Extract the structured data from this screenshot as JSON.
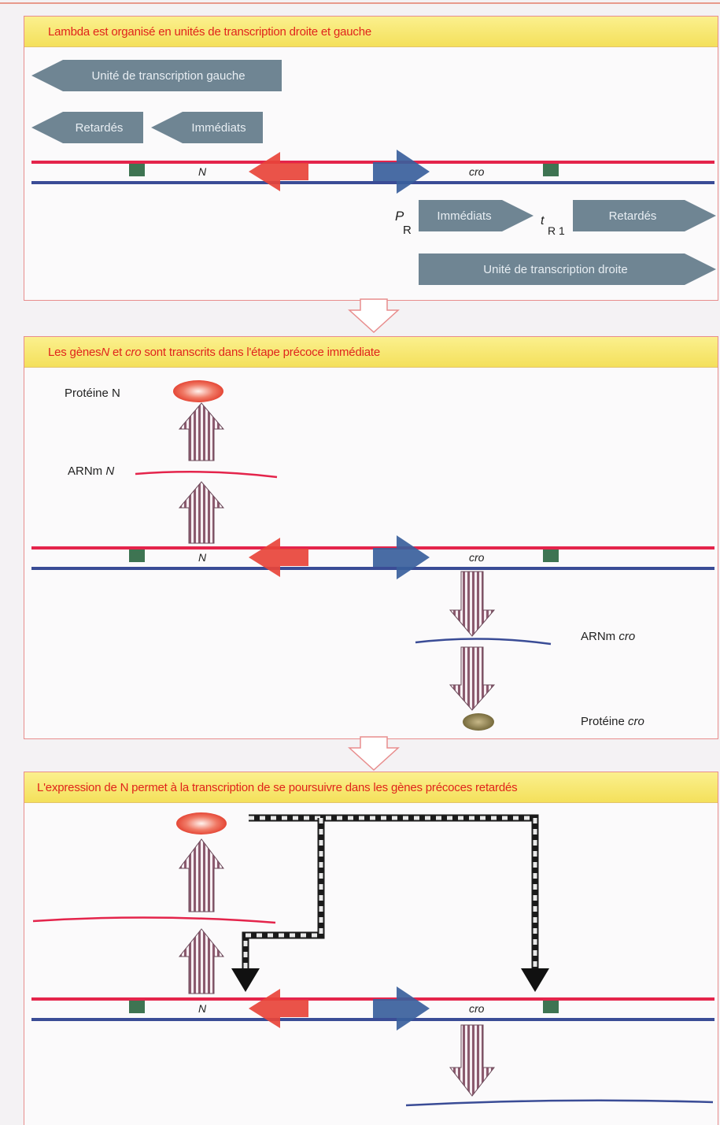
{
  "panels": [
    {
      "title_parts": [
        "Lambda est organisé en unités de transcription droite et gauche"
      ]
    },
    {
      "title_pre": "Les gènes ",
      "title_N": "N",
      "title_mid": " et ",
      "title_cro": "cro",
      "title_post": " sont transcrits dans l'étape précoce immédiate"
    },
    {
      "title_parts": [
        "L'expression de N permet à la transcription de se poursuivre dans les gènes précoces retardés"
      ]
    }
  ],
  "panel1": {
    "left_unit": "Unité de transcription gauche",
    "left_delayed": "Retardés",
    "left_immediate": "Immédiats",
    "gene_N": "N",
    "gene_cro": "cro",
    "PR_P": "P",
    "PR_R": "R",
    "right_immediate": "Immédiats",
    "tR1_t": "t",
    "tR1_sub": "R 1",
    "right_delayed": "Retardés",
    "right_unit": "Unité de transcription droite"
  },
  "panel2": {
    "protein_N": "Protéine N",
    "mrna_N_prefix": "ARNm ",
    "mrna_N_gene": "N",
    "gene_N": "N",
    "gene_cro": "cro",
    "mrna_cro_prefix": "ARNm ",
    "mrna_cro_gene": "cro",
    "protein_cro_prefix": "Protéine ",
    "protein_cro_gene": "cro"
  },
  "panel3": {
    "gene_N": "N",
    "gene_cro": "cro"
  },
  "colors": {
    "red_strand": "#e4244b",
    "blue_strand": "#3a4c96",
    "header_text": "#e0241c",
    "header_bg": "#f4e05b",
    "gene_arrow": "#6f8593",
    "terminator": "#3e7452",
    "PL_arrow": "#e8443a",
    "PR_arrow": "#3a5f9c"
  }
}
